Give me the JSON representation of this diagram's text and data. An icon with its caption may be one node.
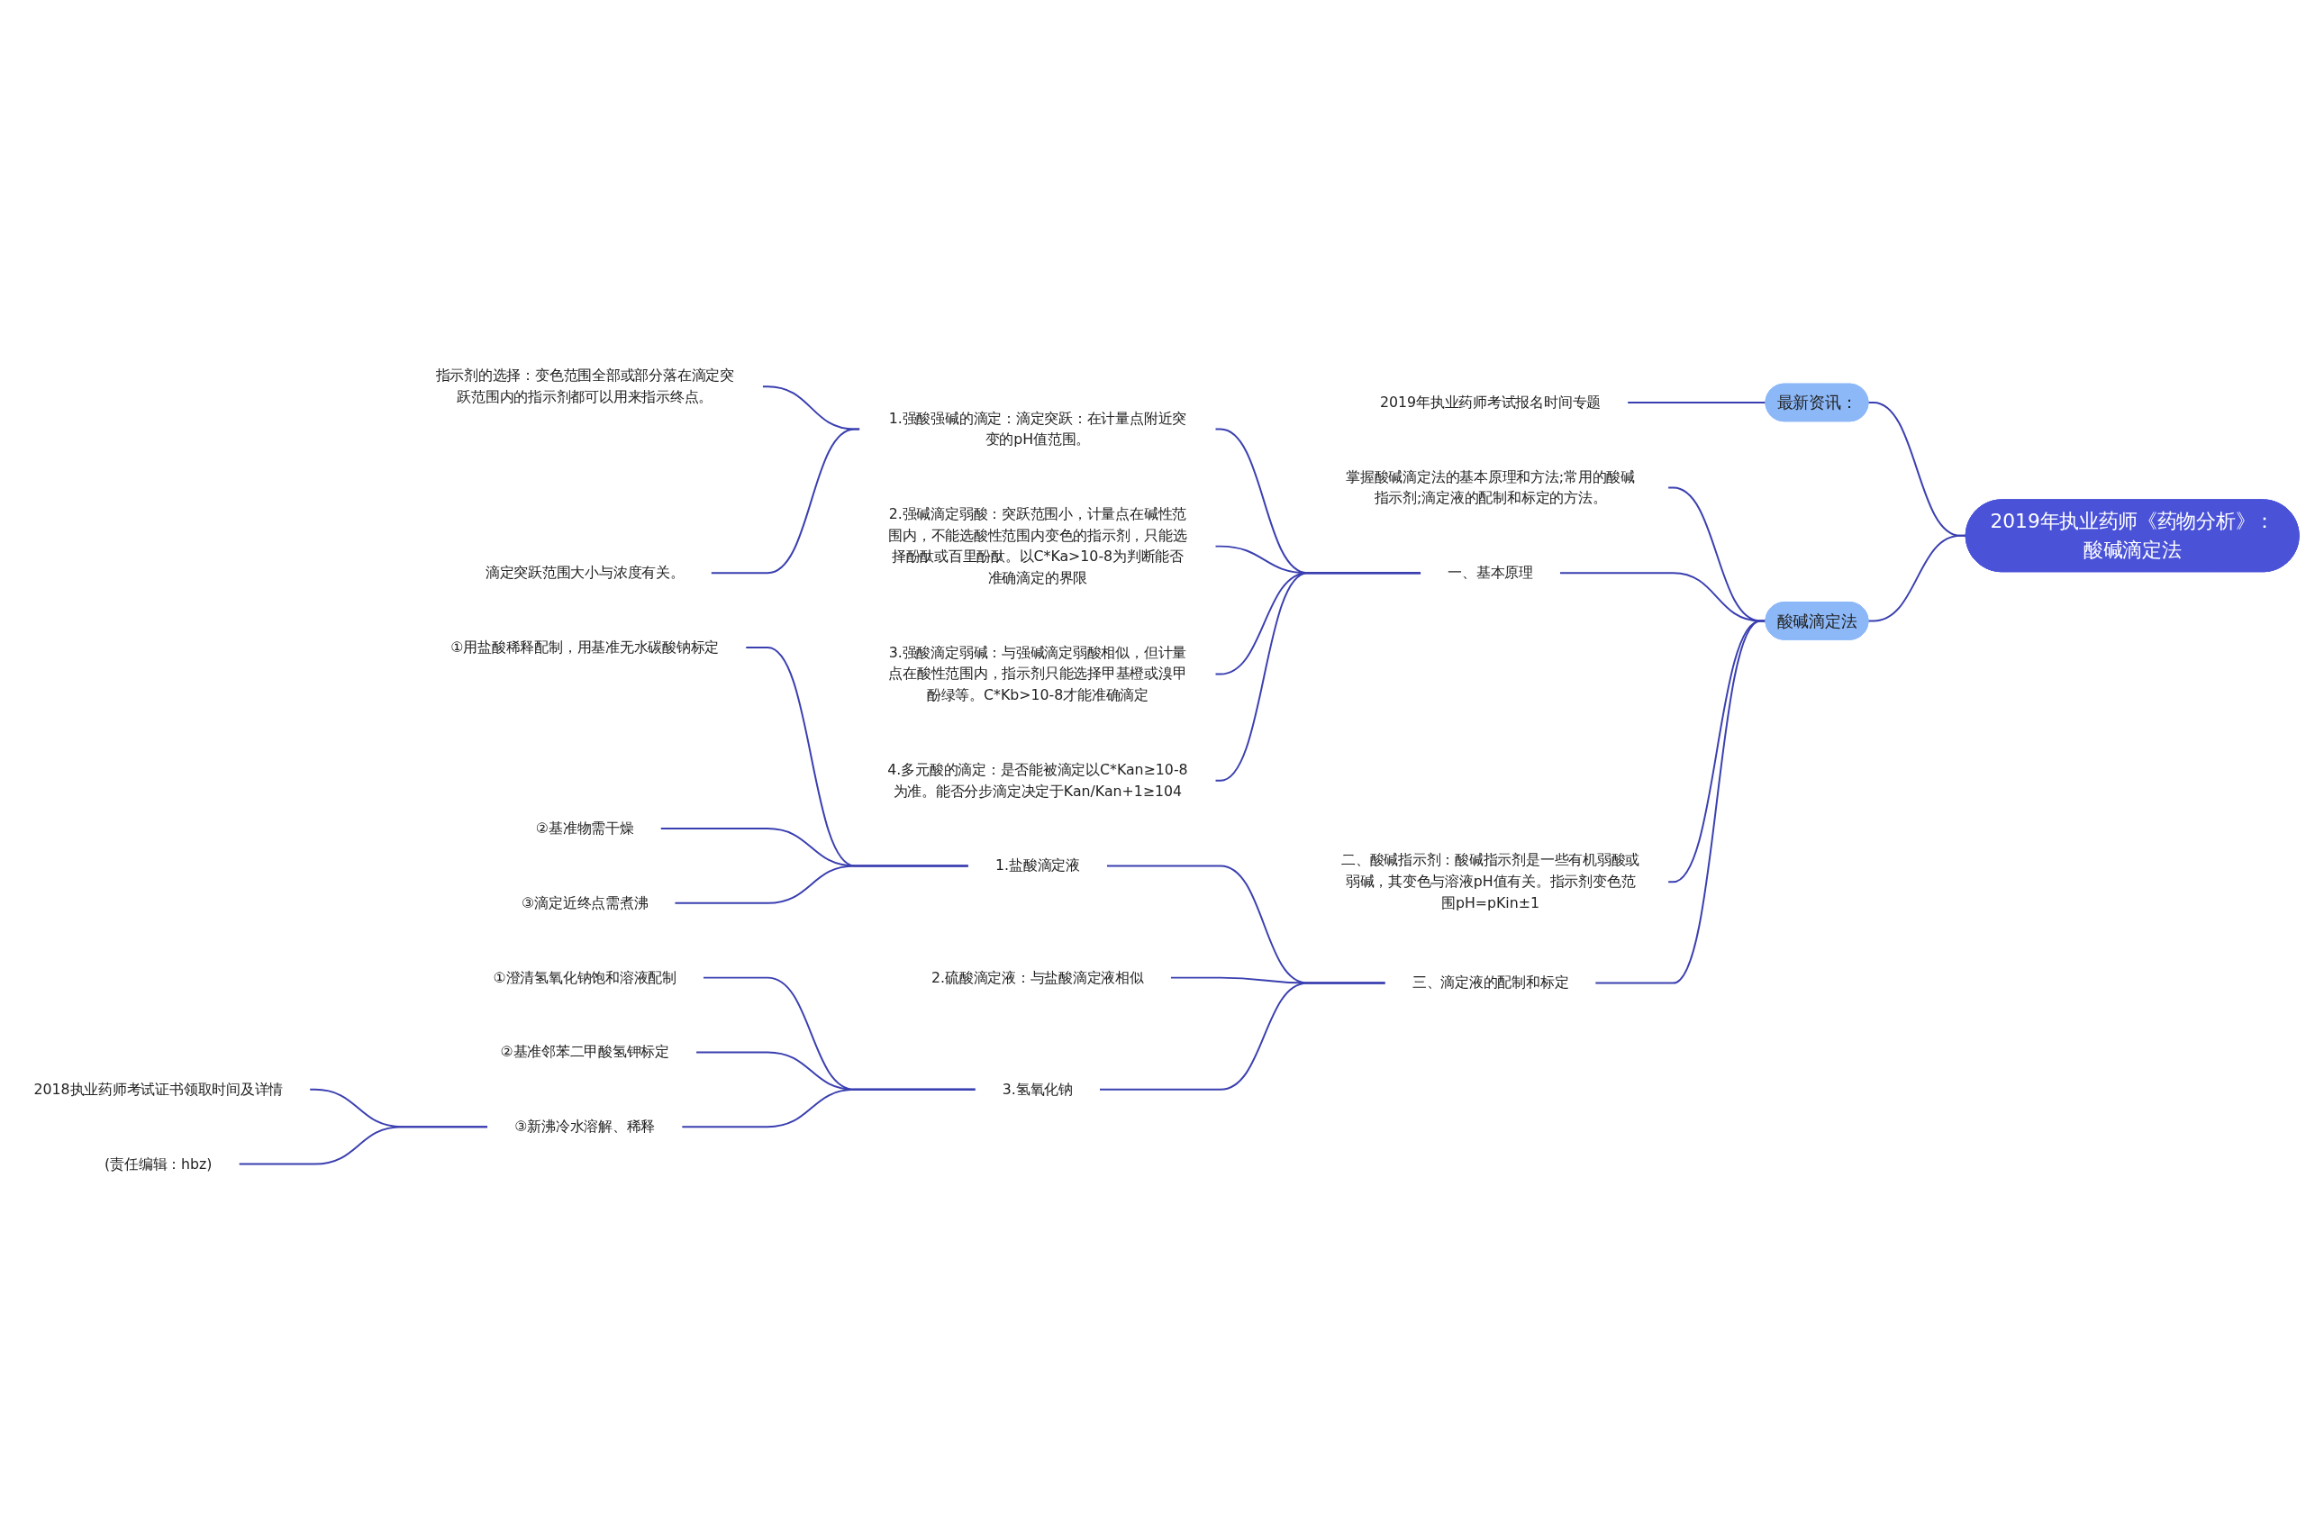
{
  "diagram": {
    "nodes": [
      {
        "text": [
          "2019年执业药师《药物分析》：酸碱滴定法"
        ]
      },
      {
        "text": [
          "酸碱滴定法"
        ]
      },
      {
        "text": [
          "最新资讯："
        ]
      },
      {
        "text": [
          "2019年执业药师考试报名时间专题"
        ]
      },
      {
        "text": [
          "掌握酸碱滴定法的基本原理和方法;常用的酸碱指示剂;滴定液的配制和标定的方法。"
        ]
      },
      {
        "text": [
          "一、基本原理"
        ]
      },
      {
        "text": [
          "1.强酸强碱的滴定：滴定突跃：在计量点附近突变的pH值范围。"
        ]
      },
      {
        "text": [
          "指示剂的选择：变色范围全部或部分落在滴定突跃范围内的指示剂都可以用来指示终点。"
        ]
      },
      {
        "text": [
          "滴定突跃范围大小与浓度有关。"
        ]
      },
      {
        "text": [
          "2.强碱滴定弱酸：突跃范围小，计量点在碱性范围内，不能选酸性范围内变色的指示剂，只能选择酚酞或百里酚酞。以C*Ka>10-8为判断能否准确滴定的界限"
        ]
      },
      {
        "text": [
          "3.强酸滴定弱碱：与强碱滴定弱酸相似，但计量点在酸性范围内，指示剂只能选择甲基橙或溴甲酚绿等。C*Kb>10-8才能准确滴定"
        ]
      },
      {
        "text": [
          "4.多元酸的滴定：是否能被滴定以C*Kan≥10-8为准。能否分步滴定决定于Kan/Kan+1≥104"
        ]
      },
      {
        "text": [
          "二、酸碱指示剂：酸碱指示剂是一些有机弱酸或弱碱，其变色与溶液pH值有关。指示剂变色范围pH=pKin±1"
        ]
      },
      {
        "text": [
          "三、滴定液的配制和标定"
        ]
      },
      {
        "text": [
          "1.盐酸滴定液"
        ]
      },
      {
        "text": [
          "①用盐酸稀释配制，用基准无水碳酸钠标定"
        ]
      },
      {
        "text": [
          "②基准物需干燥"
        ]
      },
      {
        "text": [
          "③滴定近终点需煮沸"
        ]
      },
      {
        "text": [
          "2.硫酸滴定液：与盐酸滴定液相似"
        ]
      },
      {
        "text": [
          "3.氢氧化钠"
        ]
      },
      {
        "text": [
          "①澄清氢氧化钠饱和溶液配制"
        ]
      },
      {
        "text": [
          "②基准邻苯二甲酸氢钾标定"
        ]
      },
      {
        "text": [
          "③新沸冷水溶解、稀释"
        ]
      },
      {
        "text": [
          "2018执业药师考试证书领取时间及详情"
        ]
      },
      {
        "text": [
          "(责任编辑：hbz)"
        ]
      }
    ],
    "edges": [
      {
        "from": 0,
        "to": 1,
        "arrow": "none"
      },
      {
        "from": 0,
        "to": 2,
        "arrow": "none"
      },
      {
        "from": 2,
        "to": 3,
        "arrow": "none"
      },
      {
        "from": 1,
        "to": 4,
        "arrow": "none"
      },
      {
        "from": 1,
        "to": 5,
        "arrow": "none"
      },
      {
        "from": 5,
        "to": 6,
        "arrow": "none"
      },
      {
        "from": 6,
        "to": 7,
        "arrow": "none"
      },
      {
        "from": 6,
        "to": 8,
        "arrow": "none"
      },
      {
        "from": 5,
        "to": 9,
        "arrow": "none"
      },
      {
        "from": 5,
        "to": 10,
        "arrow": "none"
      },
      {
        "from": 5,
        "to": 11,
        "arrow": "none"
      },
      {
        "from": 1,
        "to": 12,
        "arrow": "none"
      },
      {
        "from": 1,
        "to": 13,
        "arrow": "none"
      },
      {
        "from": 13,
        "to": 14,
        "arrow": "none"
      },
      {
        "from": 14,
        "to": 15,
        "arrow": "none"
      },
      {
        "from": 14,
        "to": 16,
        "arrow": "none"
      },
      {
        "from": 14,
        "to": 17,
        "arrow": "none"
      },
      {
        "from": 13,
        "to": 18,
        "arrow": "none"
      },
      {
        "from": 13,
        "to": 19,
        "arrow": "none"
      },
      {
        "from": 19,
        "to": 20,
        "arrow": "none"
      },
      {
        "from": 19,
        "to": 21,
        "arrow": "none"
      },
      {
        "from": 19,
        "to": 22,
        "arrow": "none"
      },
      {
        "from": 22,
        "to": 23,
        "arrow": "none"
      },
      {
        "from": 22,
        "to": 24,
        "arrow": "none"
      }
    ]
  }
}
